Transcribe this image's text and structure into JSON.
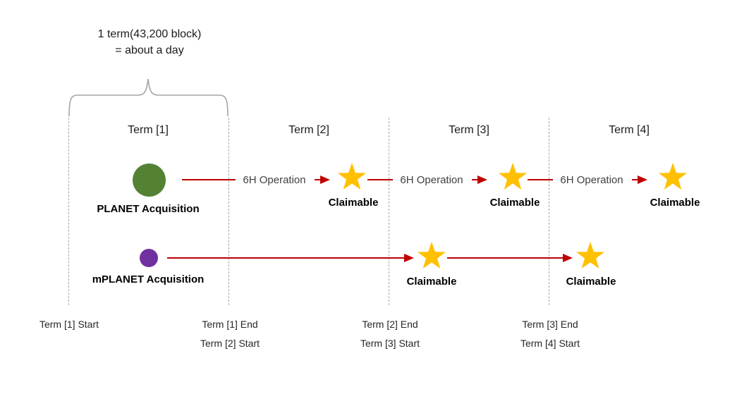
{
  "colors": {
    "arrow": "#C00000",
    "star": "#FFC000",
    "planet_marker": "#548235",
    "mplanet_marker": "#7030A0",
    "guide": "#A6A6A6",
    "text": "#262626",
    "text_soft": "#404040"
  },
  "note": {
    "line1": "1 term(43,200 block)",
    "line2": "= about a day"
  },
  "terms": [
    "Term [1]",
    "Term [2]",
    "Term [3]",
    "Term [4]"
  ],
  "labels": {
    "operation": "6H Operation",
    "claimable": "Claimable"
  },
  "planet": {
    "label": "PLANET Acquisition"
  },
  "mplanet": {
    "label": "mPLANET Acquisition"
  },
  "footer": {
    "col0": [
      "Term [1] Start"
    ],
    "col1": [
      "Term [1] End",
      "Term [2] Start"
    ],
    "col2": [
      "Term [2] End",
      "Term [3] Start"
    ],
    "col3": [
      "Term [3] End",
      "Term [4] Start"
    ]
  }
}
